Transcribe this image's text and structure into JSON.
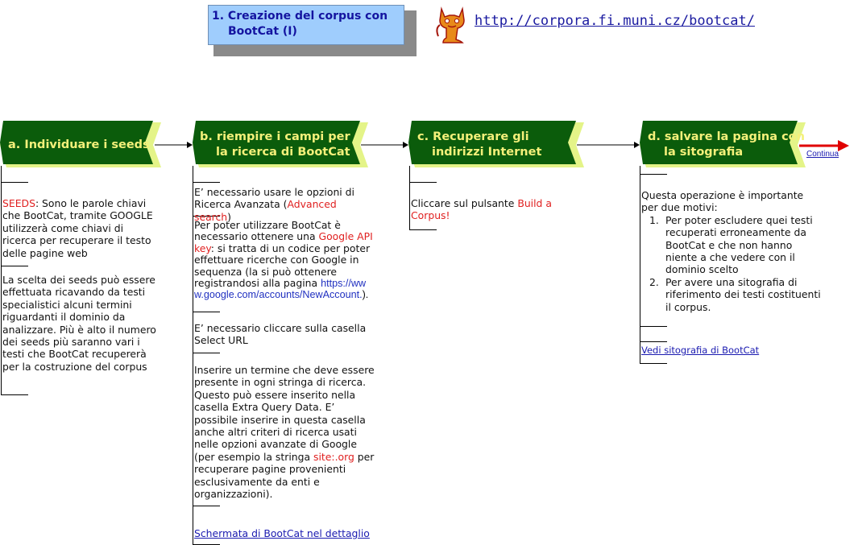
{
  "title": {
    "line1": "1. Creazione del corpus con",
    "line2": "BootCat (I)"
  },
  "url": "http://corpora.fi.muni.cz/bootcat/",
  "mascot_icon": "cat-mascot-icon",
  "steps": {
    "a": {
      "heading": "a. Individuare i seeds"
    },
    "b": {
      "heading_line1": "b. riempire i campi per",
      "heading_line2": "la ricerca di BootCat"
    },
    "c": {
      "heading_line1": "c. Recuperare gli",
      "heading_line2": "indirizzi Internet"
    },
    "d": {
      "heading_line1": "d. salvare la pagina con",
      "heading_line2": "la sitografia"
    }
  },
  "col_a": {
    "seeds_label": "SEEDS",
    "seeds_text": ": Sono le parole chiavi che BootCat, tramite GOOGLE utilizzerà come chiavi di ricerca per recuperare il testo delle pagine web",
    "para2": "La scelta dei seeds può essere effettuata ricavando da testi specialistici alcuni termini riguardanti il dominio da analizzare. Più è alto il numero dei seeds più saranno vari i testi che BootCat recupererà per la costruzione del corpus"
  },
  "col_b": {
    "p1_text": "E’ necessario usare le opzioni di Ricerca Avanzata (",
    "p1_red": "Advanced search",
    "p1_end": ")",
    "p2_text": "Per poter utilizzare BootCat è necessario ottenere una ",
    "p2_red": "Google API key",
    "p2_text2": ": si tratta di un codice per poter effettuare ricerche con Google in sequenza (la si può ottenere registrandosi alla pagina ",
    "p2_blue": "https://www.google.com/accounts/NewAccount.",
    "p2_end": ").",
    "p3": "E’ necessario cliccare sulla casella Select URL",
    "p4_text": "Inserire un termine che deve essere presente in ogni stringa di ricerca. Questo può essere inserito nella casella Extra Query Data. E’ possibile inserire in questa casella anche altri criteri di ricerca usati nelle opzioni avanzate di Google (per esempio la stringa ",
    "p4_red": "site:.org",
    "p4_end": " per recuperare pagine provenienti esclusivamente da enti e organizzazioni).",
    "link": "Schermata di BootCat nel dettaglio"
  },
  "col_c": {
    "text": "Cliccare sul pulsante ",
    "red": "Build a Corpus!"
  },
  "col_d": {
    "intro": "Questa operazione è importante per due motivi:",
    "items": [
      {
        "num": "1.",
        "text": "Per poter escludere quei testi recuperati erroneamente da BootCat e che non hanno niente a che vedere con il dominio scelto"
      },
      {
        "num": "2.",
        "text": "Per avere una sitografia di riferimento dei testi costituenti il corpus."
      }
    ],
    "link": "Vedi sitografia di BootCat"
  },
  "continua": "Continua",
  "colors": {
    "heading_fill": "#0b5c0b",
    "heading_shadow": "#e4f488",
    "heading_text": "#f4f07a",
    "title_fill": "#9fcdfd",
    "red": "#e02020",
    "arrow_red": "#e00000"
  }
}
